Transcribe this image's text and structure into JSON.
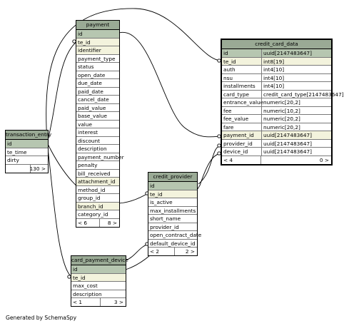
{
  "caption": "Generated by SchemaSpy",
  "tables": {
    "transaction_entry": {
      "name": "transaction_entry",
      "rows": [
        {
          "col": "id",
          "kind": "pk"
        },
        {
          "col": "te_time",
          "kind": "plain"
        },
        {
          "col": "dirty",
          "kind": "plain"
        }
      ],
      "footer": {
        "left": "",
        "right": "130 >"
      }
    },
    "payment": {
      "name": "payment",
      "rows": [
        {
          "col": "id",
          "kind": "pk"
        },
        {
          "col": "te_id",
          "kind": "fk"
        },
        {
          "col": "identifier",
          "kind": "fk"
        },
        {
          "col": "payment_type",
          "kind": "plain"
        },
        {
          "col": "status",
          "kind": "plain"
        },
        {
          "col": "open_date",
          "kind": "plain"
        },
        {
          "col": "due_date",
          "kind": "plain"
        },
        {
          "col": "paid_date",
          "kind": "plain"
        },
        {
          "col": "cancel_date",
          "kind": "plain"
        },
        {
          "col": "paid_value",
          "kind": "plain"
        },
        {
          "col": "base_value",
          "kind": "plain"
        },
        {
          "col": "value",
          "kind": "plain"
        },
        {
          "col": "interest",
          "kind": "plain"
        },
        {
          "col": "discount",
          "kind": "plain"
        },
        {
          "col": "description",
          "kind": "plain"
        },
        {
          "col": "payment_number",
          "kind": "plain"
        },
        {
          "col": "penalty",
          "kind": "plain"
        },
        {
          "col": "bill_received",
          "kind": "plain"
        },
        {
          "col": "attachment_id",
          "kind": "fk"
        },
        {
          "col": "method_id",
          "kind": "plain"
        },
        {
          "col": "group_id",
          "kind": "plain"
        },
        {
          "col": "branch_id",
          "kind": "fk"
        },
        {
          "col": "category_id",
          "kind": "plain"
        }
      ],
      "footer": {
        "left": "< 6",
        "right": "8 >"
      }
    },
    "credit_card_data": {
      "name": "credit_card_data",
      "rows": [
        {
          "col": "id",
          "type": "uuid[2147483647]",
          "kind": "pk"
        },
        {
          "col": "te_id",
          "type": "int8[19]",
          "kind": "fk"
        },
        {
          "col": "auth",
          "type": "int4[10]",
          "kind": "plain"
        },
        {
          "col": "nsu",
          "type": "int4[10]",
          "kind": "plain"
        },
        {
          "col": "installments",
          "type": "int4[10]",
          "kind": "plain"
        },
        {
          "col": "card_type",
          "type": "credit_card_type[2147483647]",
          "kind": "plain"
        },
        {
          "col": "entrance_value",
          "type": "numeric[20,2]",
          "kind": "plain"
        },
        {
          "col": "fee",
          "type": "numeric[10,2]",
          "kind": "plain"
        },
        {
          "col": "fee_value",
          "type": "numeric[20,2]",
          "kind": "plain"
        },
        {
          "col": "fare",
          "type": "numeric[20,2]",
          "kind": "plain"
        },
        {
          "col": "payment_id",
          "type": "uuid[2147483647]",
          "kind": "fk"
        },
        {
          "col": "provider_id",
          "type": "uuid[2147483647]",
          "kind": "plain"
        },
        {
          "col": "device_id",
          "type": "uuid[2147483647]",
          "kind": "plain"
        }
      ],
      "footer": {
        "left": "< 4",
        "right": "0 >"
      }
    },
    "credit_provider": {
      "name": "credit_provider",
      "rows": [
        {
          "col": "id",
          "kind": "pk"
        },
        {
          "col": "te_id",
          "kind": "fk"
        },
        {
          "col": "is_active",
          "kind": "plain"
        },
        {
          "col": "max_installments",
          "kind": "plain"
        },
        {
          "col": "short_name",
          "kind": "plain"
        },
        {
          "col": "provider_id",
          "kind": "plain"
        },
        {
          "col": "open_contract_date",
          "kind": "plain"
        },
        {
          "col": "default_device_id",
          "kind": "plain"
        }
      ],
      "footer": {
        "left": "< 2",
        "right": "2 >"
      }
    },
    "card_payment_device": {
      "name": "card_payment_device",
      "rows": [
        {
          "col": "id",
          "kind": "pk"
        },
        {
          "col": "te_id",
          "kind": "fk"
        },
        {
          "col": "max_cost",
          "kind": "plain"
        },
        {
          "col": "description",
          "kind": "plain"
        }
      ],
      "footer": {
        "left": "< 1",
        "right": "3 >"
      }
    }
  }
}
